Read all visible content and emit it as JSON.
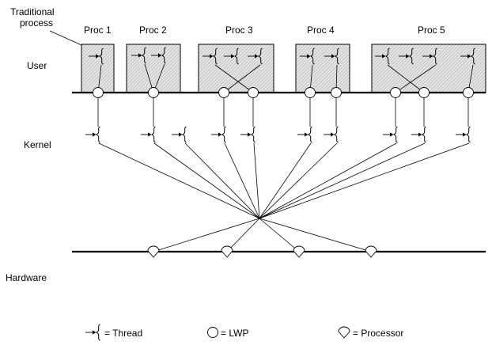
{
  "labels": {
    "traditional_line1": "Traditional",
    "traditional_line2": "process",
    "user": "User",
    "kernel": "Kernel",
    "hardware": "Hardware"
  },
  "processes": [
    {
      "label": "Proc 1"
    },
    {
      "label": "Proc 2"
    },
    {
      "label": "Proc 3"
    },
    {
      "label": "Proc 4"
    },
    {
      "label": "Proc 5"
    }
  ],
  "legend": [
    {
      "icon": "thread-icon",
      "label": "= Thread"
    },
    {
      "icon": "lwp-icon",
      "label": "= LWP"
    },
    {
      "icon": "processor-icon",
      "label": "= Processor"
    }
  ]
}
